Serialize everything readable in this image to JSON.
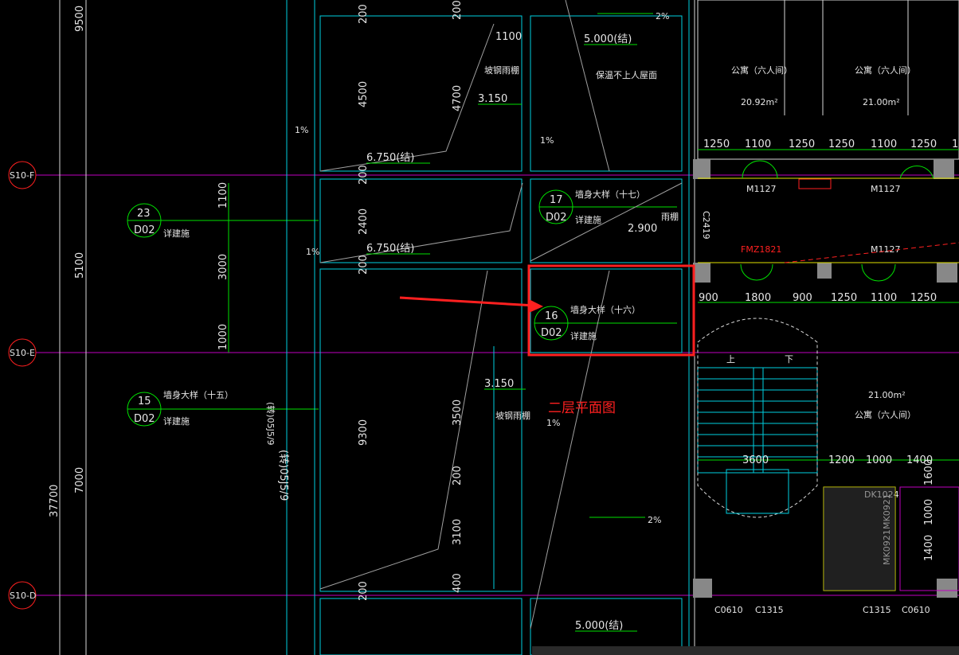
{
  "axes": [
    {
      "label": "S10-F"
    },
    {
      "label": "S10-E"
    },
    {
      "label": "S10-D"
    }
  ],
  "left_dims": {
    "d1": "9500",
    "d2": "5100",
    "d3": "7000",
    "total": "37700",
    "a": "1100",
    "b": "3000",
    "c": "1000"
  },
  "callouts": [
    {
      "num": "23",
      "sheet": "D02",
      "title": "",
      "note": "详建施"
    },
    {
      "num": "15",
      "sheet": "D02",
      "title": "墙身大样（十五）",
      "note": "详建施"
    },
    {
      "num": "17",
      "sheet": "D02",
      "title": "墙身大样（十七）",
      "note": "详建施"
    },
    {
      "num": "16",
      "sheet": "D02",
      "title": "墙身大样（十六）",
      "note": "详建施"
    }
  ],
  "vertical_dims": [
    "200",
    "4500",
    "200",
    "2400",
    "200",
    "9300",
    "200",
    "4700",
    "3500",
    "200",
    "3100",
    "400",
    "200"
  ],
  "elevations": [
    "6.750(结)",
    "6.750(结)",
    "3.150",
    "3.150",
    "5.000(结)",
    "5.000(结)",
    "2.900"
  ],
  "slopes": [
    "1%",
    "1%",
    "1%",
    "1%",
    "2%",
    "2%"
  ],
  "room_notes": [
    "保温不上人屋面",
    "坡钢雨棚",
    "坡钢雨棚",
    "雨棚"
  ],
  "rooms": [
    {
      "name": "公寓（六人间）",
      "area": "20.92m²"
    },
    {
      "name": "公寓（六人间）",
      "area": "21.00m²"
    },
    {
      "name": "公寓（六人间）",
      "area": "21.00m²"
    }
  ],
  "top_dims": [
    "1250",
    "1100",
    "1250",
    "1250",
    "1100",
    "1250",
    "1"
  ],
  "mid_dims": [
    "900",
    "1800",
    "900",
    "1250",
    "1100",
    "1250"
  ],
  "stair_dims": [
    "3600",
    "1200",
    "1000",
    "1400"
  ],
  "door_tags": [
    "M1127",
    "M1127",
    "M1127",
    "FMZ1821",
    "MK0921",
    "MK0921",
    "DK1024"
  ],
  "window_tags": [
    "C0610",
    "C1315",
    "C1315",
    "C0610"
  ],
  "wall_tag": "C2419",
  "misc": [
    "(转)05J5/9",
    "200",
    "200",
    "1600",
    "1000",
    "1400",
    "1"
  ],
  "floor_title": "二层平面图",
  "stair_marks": [
    "上",
    "下"
  ],
  "colors": {
    "highlight": "#ff2020",
    "green": "#00e000",
    "cyan": "#00cfe0",
    "magenta": "#c000c0"
  }
}
